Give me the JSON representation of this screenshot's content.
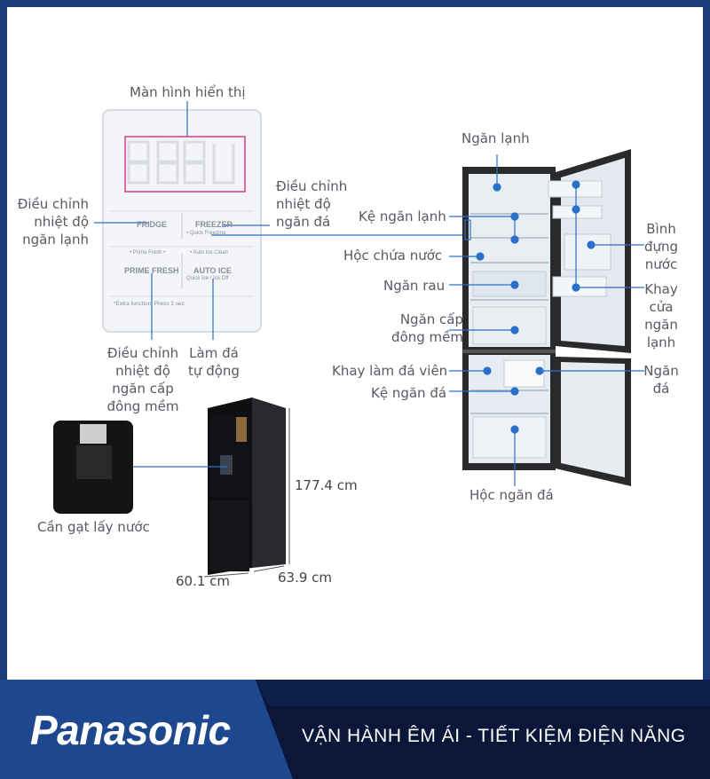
{
  "labels": {
    "display": "Màn hình hiển thị",
    "fridge_adjust": "Điều chỉnh nhiệt độ ngăn lạnh",
    "freezer_adjust": "Điều chỉnh nhiệt độ ngăn đá",
    "soft_freeze_adjust": "Điều chỉnh nhiệt độ ngăn cấp đông mềm",
    "auto_ice": "Làm đá tự động",
    "fridge_compartment": "Ngăn lạnh",
    "fridge_shelf": "Kệ ngăn lạnh",
    "water_box": "Hộc chứa nước",
    "veg_drawer": "Ngăn rau",
    "soft_freeze": "Ngăn cấp đông mềm",
    "ice_tray": "Khay làm đá viên",
    "freezer_shelf": "Kệ ngăn đá",
    "freezer_drawer": "Hộc ngăn đá",
    "water_tank": "Bình đựng nước",
    "door_tray": "Khay cửa ngăn lạnh",
    "freezer": "Ngăn đá",
    "water_lever": "Cần gạt lấy nước"
  },
  "panel": {
    "fridge": "FRIDGE",
    "freezer": "FREEZER",
    "quick_freezing": "• Quick Freezing",
    "prime_fresh_small": "• Prime Fresh •",
    "auto_ice_clean": "• Auto Ice Clean",
    "prime_fresh": "PRIME FRESH",
    "auto_ice": "AUTO ICE",
    "quick_ice": "Quick Ice / Ice Off",
    "extra": "*Extra function: Press 3 sec"
  },
  "dimensions": {
    "height": "177.4 cm",
    "width": "60.1 cm",
    "depth": "63.9 cm"
  },
  "footer": {
    "brand": "Panasonic",
    "slogan": "VẬN HÀNH ÊM ÁI - TIẾT KIỆM ĐIỆN NĂNG"
  },
  "colors": {
    "frame": "#1c3a78",
    "accent_line": "#2a6fc9",
    "brand_text": "#ffffff"
  }
}
